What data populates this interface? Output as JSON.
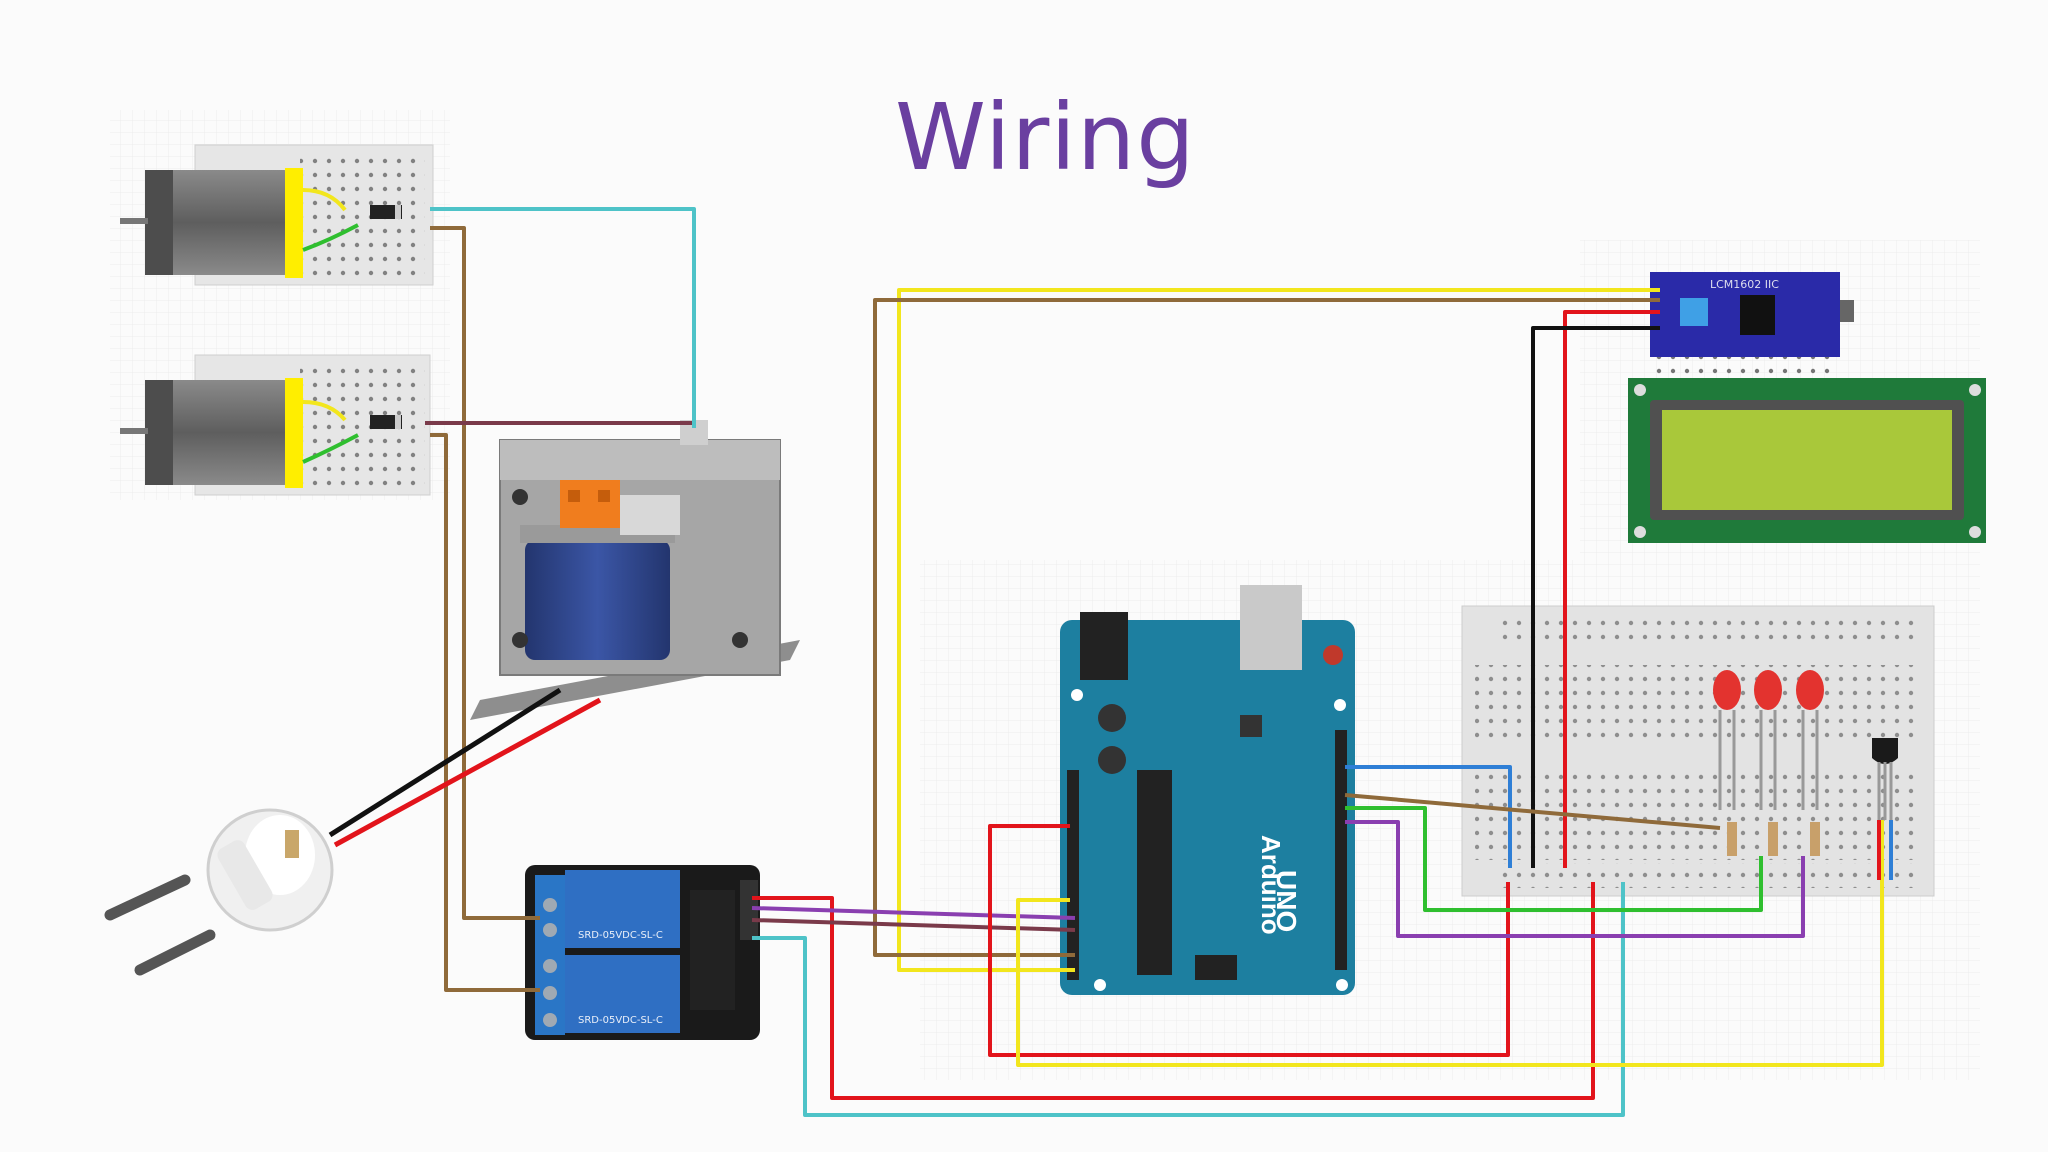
{
  "title": "Wiring",
  "components": {
    "arduino": {
      "brand": "Arduino",
      "model": "UNO"
    },
    "relay_module": {
      "relay_label": "SRD-05VDC-SL-C"
    },
    "lcd_backpack": {
      "label": "LCM1602 IIC"
    }
  },
  "wire_colors": {
    "yellow": "#f2e61d",
    "brown": "#8f6a3a",
    "red": "#e2141b",
    "black": "#111111",
    "cyan": "#4ec3c8",
    "maroon": "#7a3a4a",
    "blue": "#2f7fd6",
    "green": "#2fbf2f",
    "purple": "#8a3fb0"
  },
  "board_color": "#1d7fa0",
  "lcd_color": "#a9c83a"
}
